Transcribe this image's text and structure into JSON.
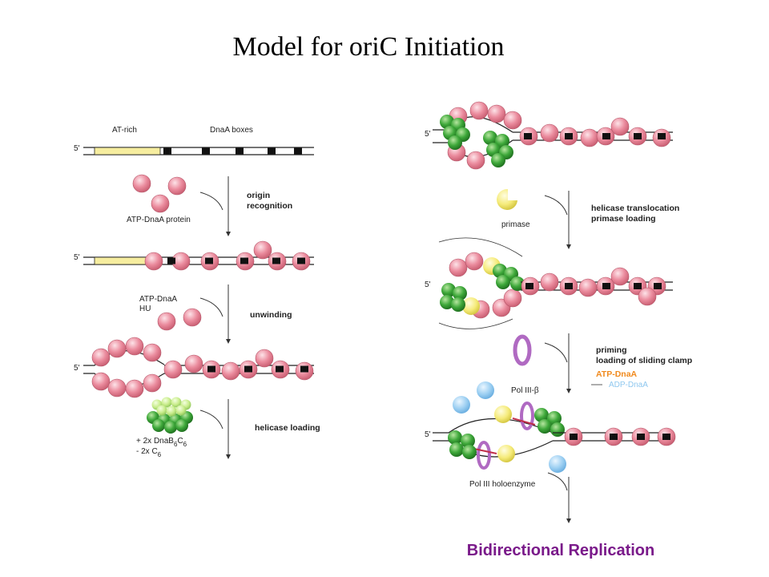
{
  "title": "Model for oriC Initiation",
  "footer_caption": "Bidirectional Replication",
  "left_panel": {
    "five_prime": "5'",
    "at_rich_label": "AT-rich",
    "dnaa_boxes_label": "DnaA boxes",
    "protein_label": "ATP-DnaA protein",
    "step1_line1": "origin",
    "step1_line2": "recognition",
    "hu_line1": "ATP-DnaA",
    "hu_line2": "HU",
    "step2": "unwinding",
    "step3": "helicase loading",
    "helicase_line1": "+ 2x  DnaB",
    "helicase_line1_sub": "6",
    "helicase_line1_tail": "C",
    "helicase_line1_tail_sub": "6",
    "helicase_line2": "- 2x  C",
    "helicase_line2_sub": "6"
  },
  "right_panel": {
    "five_prime": "5'",
    "primase_label": "primase",
    "step4_line1": "helicase translocation",
    "step4_line2": "primase loading",
    "step5_line1": "priming",
    "step5_line2": "loading of sliding clamp",
    "legend_atp": "ATP-DnaA",
    "legend_adp": "ADP-DnaA",
    "pol_beta_label": "Pol III-β",
    "holoenzyme_label": "Pol III holoenzyme"
  },
  "colors": {
    "dnaa_pink": "#e77b8f",
    "primase_yellow": "#f4ea7a",
    "helicase_green": "#3aa43a",
    "adp_blue": "#8ec7ef",
    "clamp_purple": "#b06ac2",
    "at_rich_fill": "#f6ed9f",
    "atp_orange": "#f08a1e",
    "caption_purple": "#7a1a8a"
  }
}
